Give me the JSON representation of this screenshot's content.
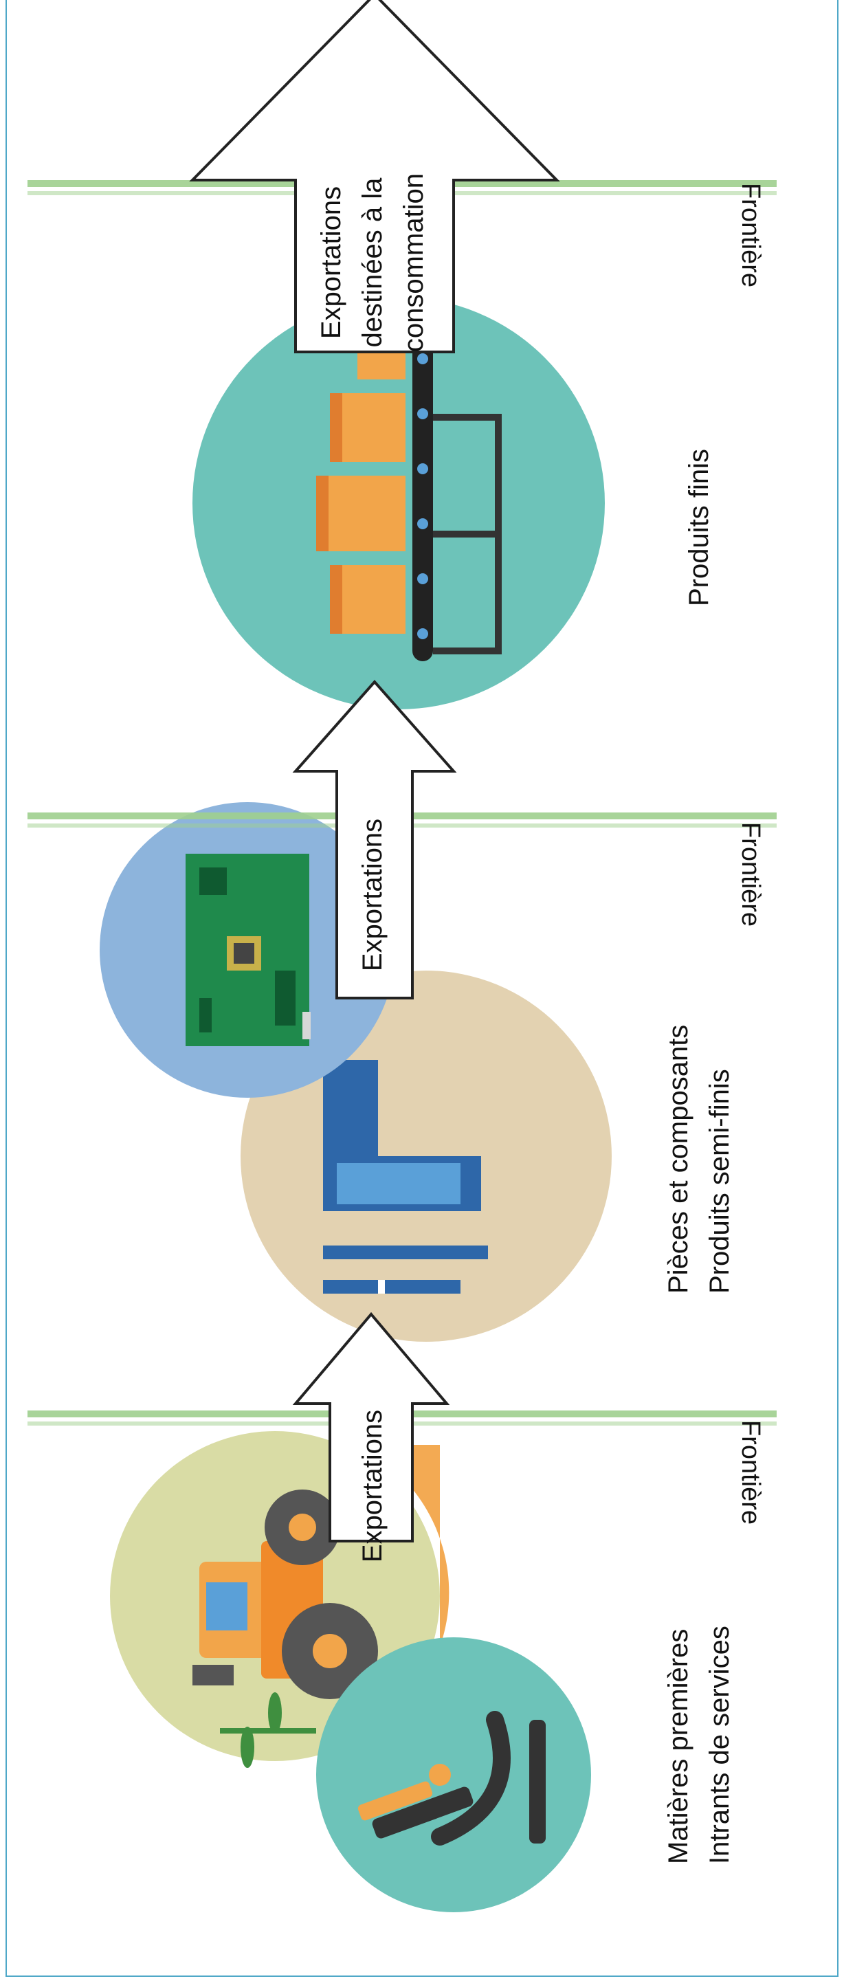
{
  "stages": [
    {
      "lines": [
        "Matières premières",
        "Intrants de services"
      ]
    },
    {
      "lines": [
        "Pièces et composants",
        "Produits semi-finis"
      ]
    },
    {
      "lines": [
        "Produits finis"
      ]
    }
  ],
  "borders": [
    {
      "label": "Frontière"
    },
    {
      "label": "Frontière"
    },
    {
      "label": "Frontière"
    }
  ],
  "arrows": [
    {
      "lines": [
        "Exportations"
      ]
    },
    {
      "lines": [
        "Exportations"
      ]
    },
    {
      "lines": [
        "Exportations",
        "destinées à la",
        "consommation"
      ]
    }
  ],
  "colors": {
    "border_line": "#4fa8c8",
    "teal": "#6dc3b9",
    "olive": "#d9dca5",
    "orange": "#f2a54a",
    "tan": "#e3d2b1",
    "blue_circle": "#8db4dc",
    "frontier_hatch": "#9fcf8e"
  }
}
